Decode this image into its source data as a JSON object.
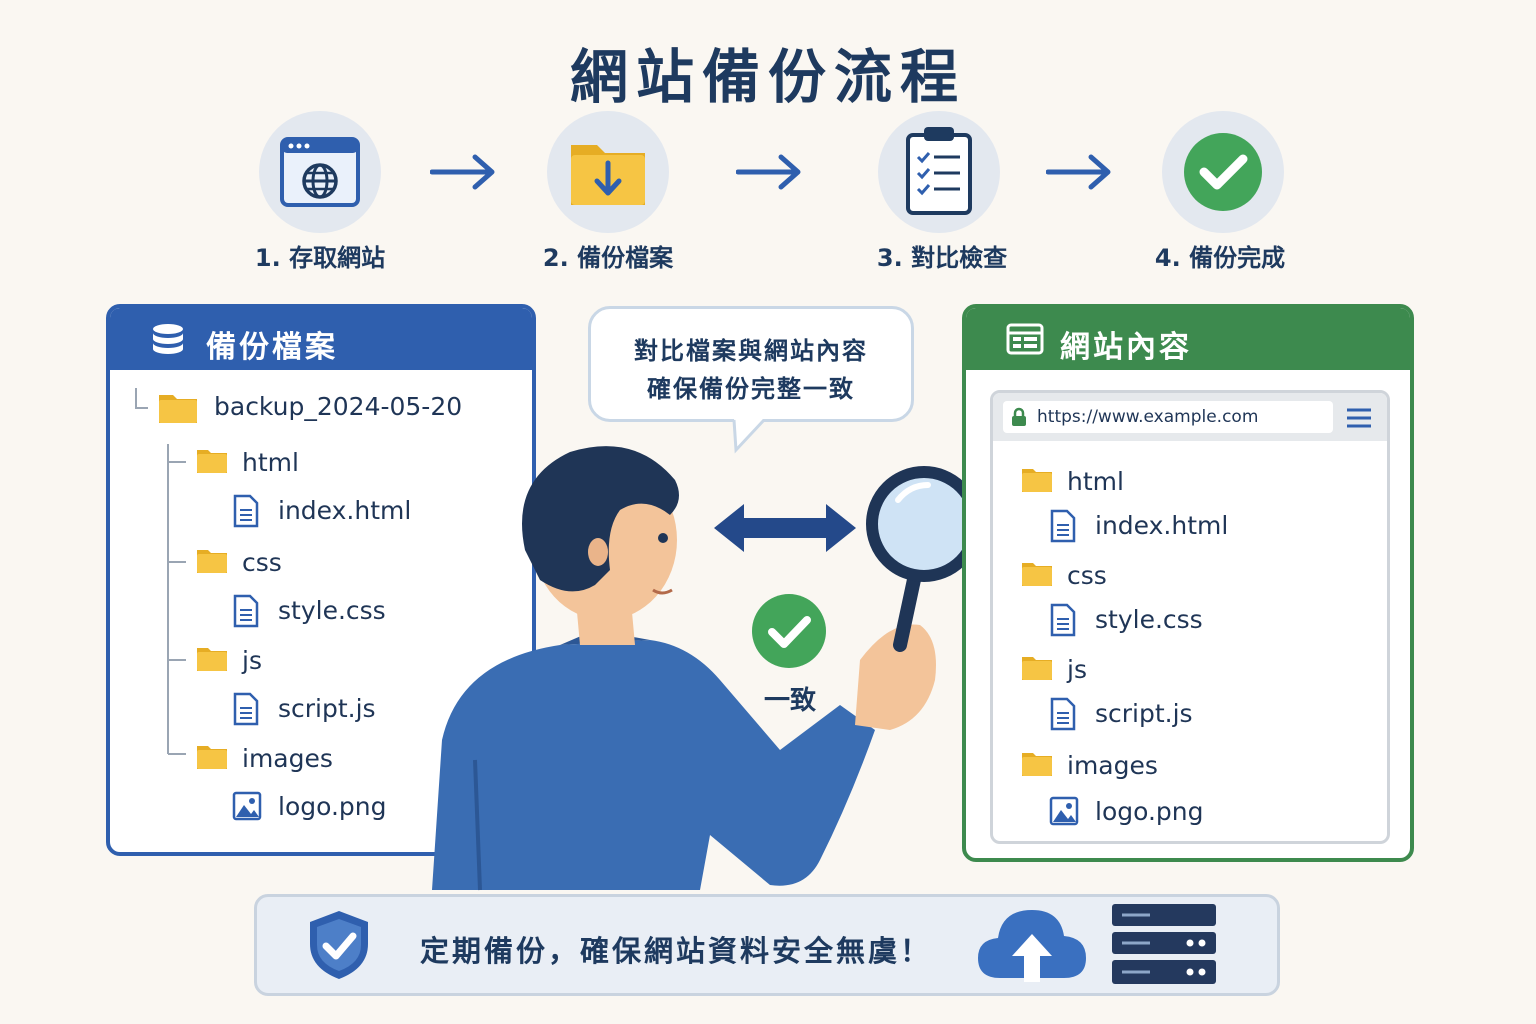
{
  "title": "網站備份流程",
  "steps": [
    {
      "label": "1. 存取網站",
      "icon": "browser-globe-icon"
    },
    {
      "label": "2. 備份檔案",
      "icon": "folder-download-icon"
    },
    {
      "label": "3. 對比檢查",
      "icon": "clipboard-checklist-icon"
    },
    {
      "label": "4. 備份完成",
      "icon": "check-circle-icon"
    }
  ],
  "backup_panel": {
    "title": "備份檔案",
    "root": "backup_2024-05-20",
    "items": [
      {
        "label": "html",
        "type": "folder"
      },
      {
        "label": "index.html",
        "type": "file"
      },
      {
        "label": "css",
        "type": "folder"
      },
      {
        "label": "style.css",
        "type": "file"
      },
      {
        "label": "js",
        "type": "folder"
      },
      {
        "label": "script.js",
        "type": "file"
      },
      {
        "label": "images",
        "type": "folder"
      },
      {
        "label": "logo.png",
        "type": "image"
      }
    ]
  },
  "site_panel": {
    "title": "網站內容",
    "url": "https://www.example.com",
    "items": [
      {
        "label": "html",
        "type": "folder"
      },
      {
        "label": "index.html",
        "type": "file"
      },
      {
        "label": "css",
        "type": "folder"
      },
      {
        "label": "style.css",
        "type": "file"
      },
      {
        "label": "js",
        "type": "folder"
      },
      {
        "label": "script.js",
        "type": "file"
      },
      {
        "label": "images",
        "type": "folder"
      },
      {
        "label": "logo.png",
        "type": "image"
      }
    ]
  },
  "bubble": {
    "line1": "對比檔案與網站內容",
    "line2": "確保備份完整一致"
  },
  "consistent_label": "一致",
  "banner": {
    "text": "定期備份，確保網站資料安全無虞！"
  },
  "colors": {
    "blue": "#2f5fae",
    "green": "#3d8a4e",
    "navy": "#1e3a5f",
    "folder": "#f6c544",
    "check": "#43a55a"
  }
}
